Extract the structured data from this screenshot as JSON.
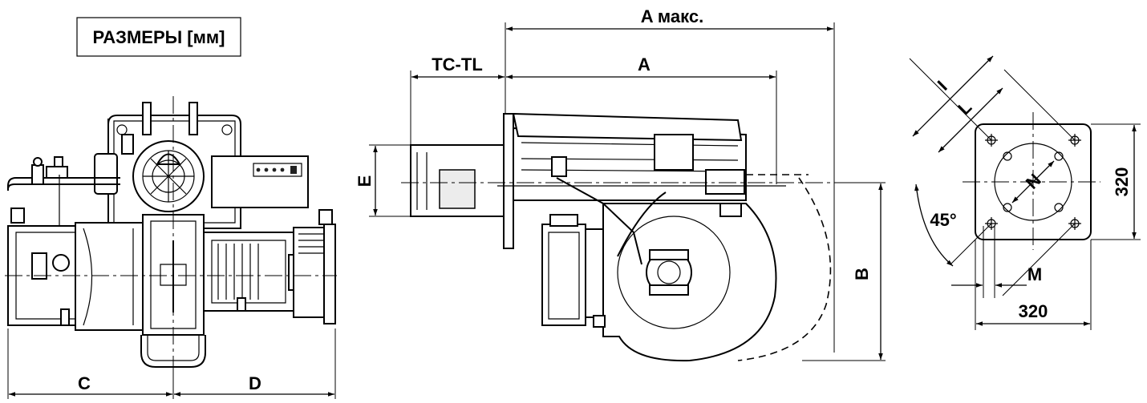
{
  "title_box": "РАЗМЕРЫ  [мм]",
  "front_view": {
    "dim_left": "C",
    "dim_right": "D"
  },
  "side_view": {
    "dim_a_max": "A макс.",
    "dim_a": "A",
    "dim_tc_tl": "TC-TL",
    "dim_e": "E",
    "dim_b": "B"
  },
  "flange_view": {
    "dim_i": "I",
    "dim_l": "L",
    "dim_n": "N",
    "dim_m": "M",
    "angle": "45°",
    "width_label": "320",
    "height_label": "320"
  }
}
